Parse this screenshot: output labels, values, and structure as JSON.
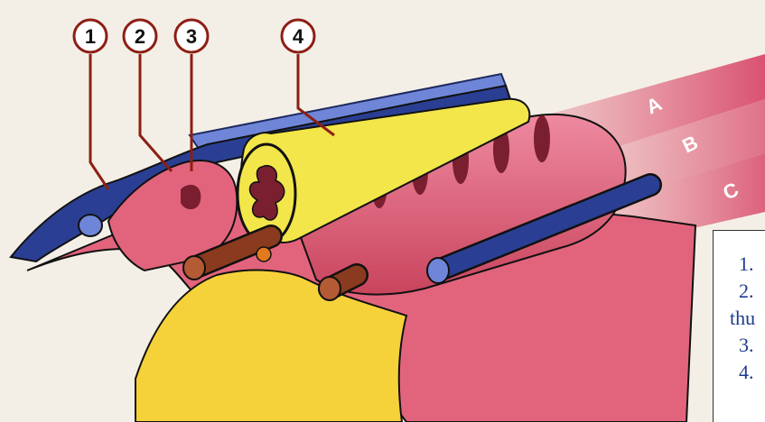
{
  "diagram": {
    "callouts": [
      {
        "id": "1",
        "label": "1"
      },
      {
        "id": "2",
        "label": "2"
      },
      {
        "id": "3",
        "label": "3"
      },
      {
        "id": "4",
        "label": "4"
      }
    ],
    "bands": [
      "A",
      "B",
      "C"
    ],
    "legend_items": [
      "1.",
      "2.",
      "thu",
      "3.",
      "4."
    ],
    "colors": {
      "background": "#f4efe6",
      "pink_tissue": "#e2647c",
      "pink_light": "#ee8aa0",
      "yellow_tube": "#f2e64a",
      "yellow_layer": "#f6d23a",
      "blue_vessel": "#2a3f93",
      "blue_light": "#6f86d8",
      "brown_vessel": "#8a3a1e",
      "orange_dot": "#e07a1c",
      "callout_ring": "#8c1f14",
      "legend_text": "#1c3b8e"
    }
  }
}
